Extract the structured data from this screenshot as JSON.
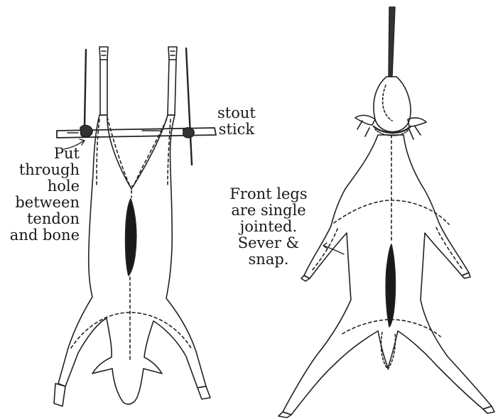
{
  "labels": {
    "stout_stick": [
      "stout",
      "stick"
    ],
    "put_through": [
      "Put",
      "through",
      "hole",
      "between",
      "tendon",
      "and bone"
    ],
    "front_legs": [
      "Front legs",
      "are single",
      "jointed.",
      "Sever &",
      "snap."
    ]
  }
}
